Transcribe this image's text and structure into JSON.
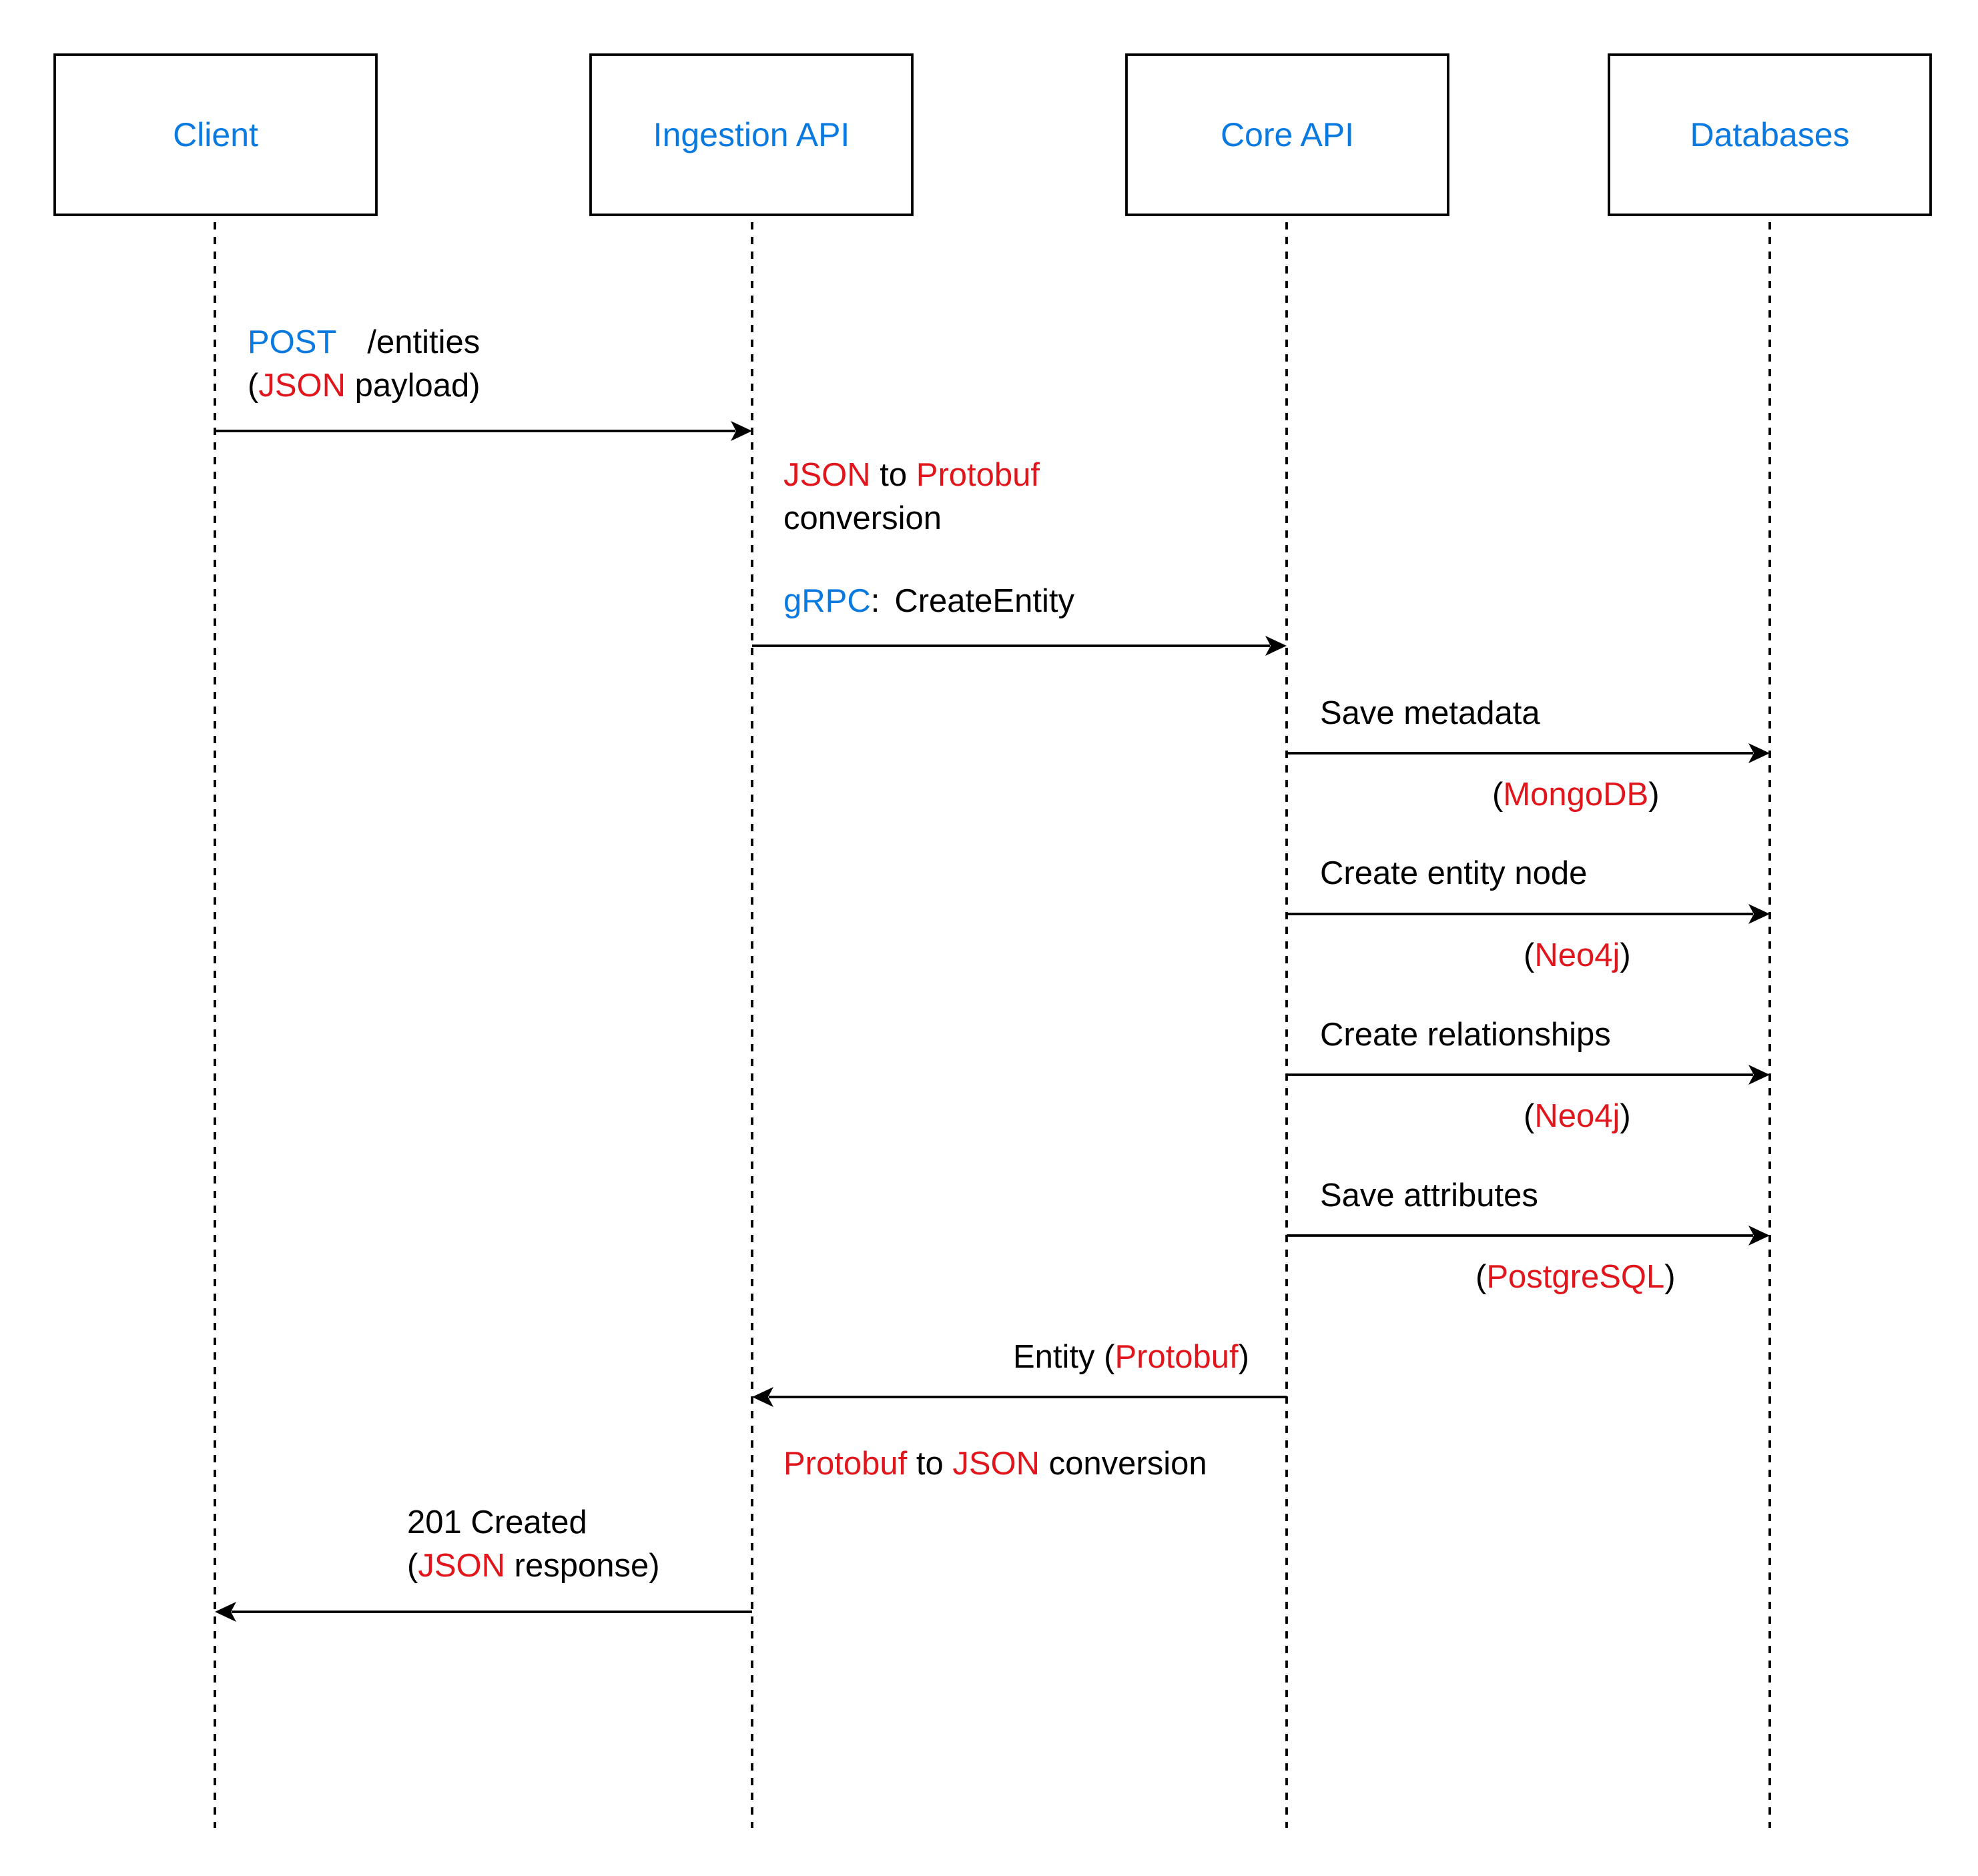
{
  "colors": {
    "participant_text": "#0a7ae0",
    "method_text": "#0a7ae0",
    "technology_text": "#e0161c",
    "plain_text": "#000000",
    "line": "#000000"
  },
  "participants": [
    {
      "id": "client",
      "label": "Client"
    },
    {
      "id": "ingestion",
      "label": "Ingestion API"
    },
    {
      "id": "core",
      "label": "Core API"
    },
    {
      "id": "db",
      "label": "Databases"
    }
  ],
  "messages": {
    "post_request": {
      "from": "client",
      "to": "ingestion",
      "method": "POST",
      "path": "/entities",
      "payload_open": "(",
      "payload_format": "JSON",
      "payload_rest": " payload)"
    },
    "json_to_protobuf": {
      "from_format": "JSON",
      "joiner": " to ",
      "to_format": "Protobuf",
      "second_line": "conversion"
    },
    "grpc_call": {
      "from": "ingestion",
      "to": "core",
      "protocol": "gRPC",
      "separator": ":",
      "operation": "CreateEntity"
    },
    "save_metadata": {
      "from": "core",
      "to": "db",
      "label": "Save metadata",
      "open": "(",
      "store": "MongoDB",
      "close": ")"
    },
    "create_entity_node": {
      "from": "core",
      "to": "db",
      "label": "Create entity node",
      "open": "(",
      "store": "Neo4j",
      "close": ")"
    },
    "create_relationships": {
      "from": "core",
      "to": "db",
      "label": "Create relationships",
      "open": "(",
      "store": "Neo4j",
      "close": ")"
    },
    "save_attributes": {
      "from": "core",
      "to": "db",
      "label": "Save attributes",
      "open": "(",
      "store": "PostgreSQL",
      "close": ")"
    },
    "entity_response": {
      "from": "core",
      "to": "ingestion",
      "prefix": "Entity (",
      "format": "Protobuf",
      "suffix": ")"
    },
    "protobuf_to_json": {
      "from_format": "Protobuf",
      "joiner": " to ",
      "to_format": "JSON",
      "rest": " conversion"
    },
    "created_response": {
      "from": "ingestion",
      "to": "client",
      "status": "201 Created",
      "payload_open": "(",
      "payload_format": "JSON",
      "payload_rest": " response)"
    }
  }
}
